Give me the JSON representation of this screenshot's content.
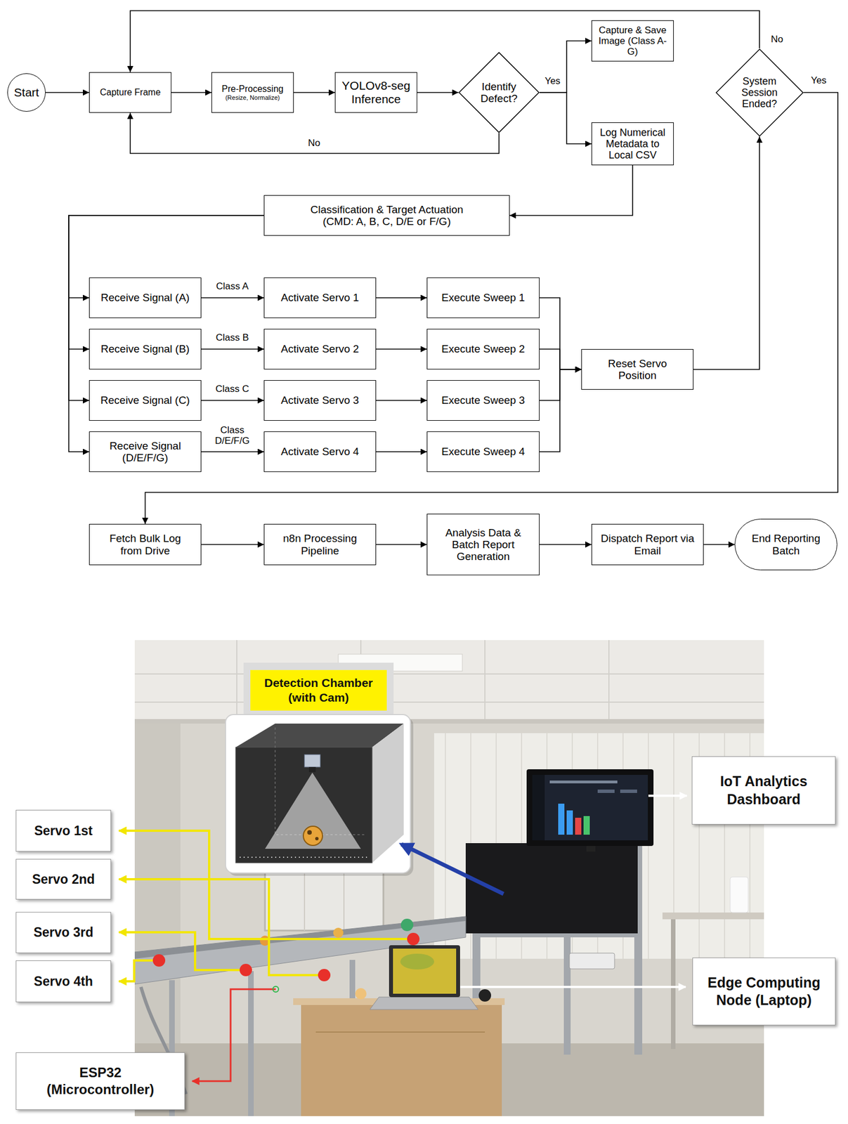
{
  "diagram": {
    "nodes": [
      {
        "text": [
          "Start"
        ]
      },
      {
        "text": [
          "Capture Frame"
        ]
      },
      {
        "text": [
          "Pre-Processing",
          "(Resize, Normalize)"
        ]
      },
      {
        "text": [
          "YOLOv8-seg Inference"
        ]
      },
      {
        "text": [
          "Identify Defect?"
        ]
      },
      {
        "text": [
          "Capture & Save Image (Class A-G)"
        ]
      },
      {
        "text": [
          "Log Numerical Metadata to Local CSV"
        ]
      },
      {
        "text": [
          "System Session Ended?"
        ]
      },
      {
        "text": [
          "Classification & Target Actuation",
          "(CMD: A, B, C, D/E or F/G)"
        ]
      },
      {
        "text": [
          "Receive Signal (A)"
        ]
      },
      {
        "text": [
          "Activate Servo 1"
        ]
      },
      {
        "text": [
          "Execute Sweep 1"
        ]
      },
      {
        "text": [
          "Receive Signal (B)"
        ]
      },
      {
        "text": [
          "Activate Servo 2"
        ]
      },
      {
        "text": [
          "Execute Sweep 2"
        ]
      },
      {
        "text": [
          "Receive Signal (C)"
        ]
      },
      {
        "text": [
          "Activate Servo 3"
        ]
      },
      {
        "text": [
          "Execute Sweep 3"
        ]
      },
      {
        "text": [
          "Receive Signal (D/E/F/G)"
        ]
      },
      {
        "text": [
          "Activate Servo 4"
        ]
      },
      {
        "text": [
          "Execute Sweep 4"
        ]
      },
      {
        "text": [
          "Reset Servo Position"
        ]
      },
      {
        "text": [
          "Fetch Bulk Log from Drive"
        ]
      },
      {
        "text": [
          "n8n Processing Pipeline"
        ]
      },
      {
        "text": [
          "Analysis Data & Batch Report Generation"
        ]
      },
      {
        "text": [
          "Dispatch Report via Email"
        ]
      },
      {
        "text": [
          "End Reporting Batch"
        ]
      },
      {
        "text": [
          "Detection Chamber (with Cam)"
        ]
      },
      {
        "text": [
          "IoT Analytics Dashboard"
        ]
      },
      {
        "text": [
          "Servo 1st"
        ]
      },
      {
        "text": [
          "Servo 2nd"
        ]
      },
      {
        "text": [
          "Servo 3rd"
        ]
      },
      {
        "text": [
          "Servo 4th"
        ]
      },
      {
        "text": [
          "Edge Computing Node (Laptop)"
        ]
      },
      {
        "text": [
          "ESP32 (Microcontroller)"
        ]
      }
    ],
    "edges": [
      {
        "from": 0,
        "to": 1,
        "arrow": "to"
      },
      {
        "from": 1,
        "to": 2,
        "arrow": "to"
      },
      {
        "from": 2,
        "to": 3,
        "arrow": "to"
      },
      {
        "from": 3,
        "to": 4,
        "arrow": "to"
      },
      {
        "from": 4,
        "to": 5,
        "label": "Yes",
        "arrow": "to"
      },
      {
        "from": 4,
        "to": 6,
        "arrow": "to"
      },
      {
        "from": 4,
        "to": 1,
        "label": "No",
        "arrow": "to"
      },
      {
        "from": 6,
        "to": 8,
        "arrow": "to"
      },
      {
        "from": 8,
        "to": 9,
        "arrow": "to"
      },
      {
        "from": 8,
        "to": 12,
        "arrow": "to"
      },
      {
        "from": 8,
        "to": 15,
        "arrow": "to"
      },
      {
        "from": 8,
        "to": 18,
        "arrow": "to"
      },
      {
        "from": 9,
        "to": 10,
        "label": "Class A",
        "arrow": "to"
      },
      {
        "from": 10,
        "to": 11,
        "arrow": "to"
      },
      {
        "from": 12,
        "to": 13,
        "label": "Class B",
        "arrow": "to"
      },
      {
        "from": 13,
        "to": 14,
        "arrow": "to"
      },
      {
        "from": 15,
        "to": 16,
        "label": "Class C",
        "arrow": "to"
      },
      {
        "from": 16,
        "to": 17,
        "arrow": "to"
      },
      {
        "from": 18,
        "to": 19,
        "label": "Class D/E/F/G",
        "arrow": "to"
      },
      {
        "from": 19,
        "to": 20,
        "arrow": "to"
      },
      {
        "from": 11,
        "to": 21,
        "arrow": "to"
      },
      {
        "from": 14,
        "to": 21,
        "arrow": "to"
      },
      {
        "from": 17,
        "to": 21,
        "arrow": "to"
      },
      {
        "from": 20,
        "to": 21,
        "arrow": "to"
      },
      {
        "from": 21,
        "to": 7,
        "arrow": "to"
      },
      {
        "from": 7,
        "to": 1,
        "label": "No",
        "arrow": "to"
      },
      {
        "from": 7,
        "to": 22,
        "label": "Yes",
        "arrow": "to"
      },
      {
        "from": 22,
        "to": 23,
        "arrow": "to"
      },
      {
        "from": 23,
        "to": 24,
        "arrow": "to"
      },
      {
        "from": 24,
        "to": 25,
        "arrow": "to"
      },
      {
        "from": 25,
        "to": 26,
        "arrow": "to"
      }
    ]
  }
}
